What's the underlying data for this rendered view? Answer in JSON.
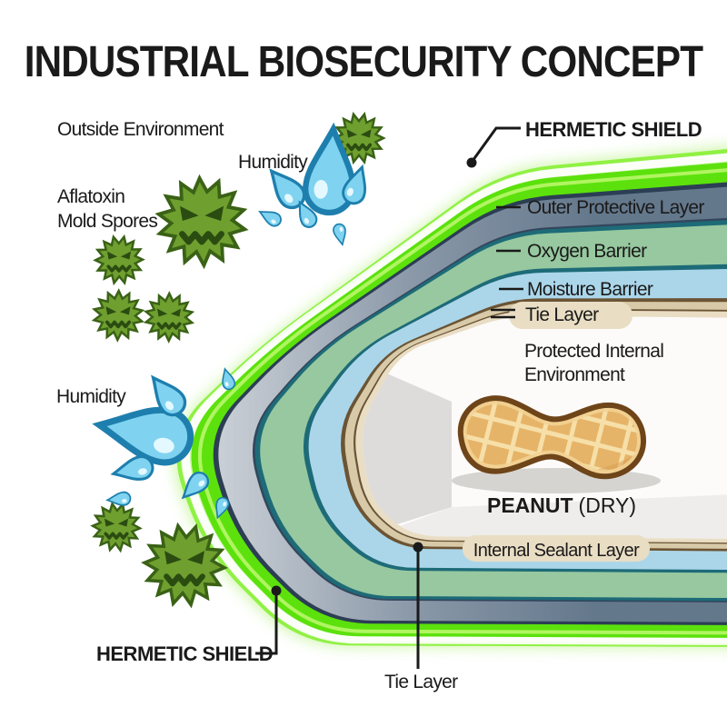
{
  "title": "INDUSTRIAL BIOSECURITY CONCEPT",
  "environment": {
    "outside_label": "Outside Environment",
    "humidity_top_label": "Humidity",
    "humidity_left_label": "Humidity",
    "aflatoxin_label_line1": "Aflatoxin",
    "aflatoxin_label_line2": "Mold Spores"
  },
  "shield": {
    "top_label": "HERMETIC SHIELD",
    "bottom_label": "HERMETIC SHIELD"
  },
  "layers": {
    "outer_protective": "Outer Protective Layer",
    "oxygen_barrier": "Oxygen Barrier",
    "moisture_barrier": "Moisture Barrier",
    "tie_layer_top": "Tie Layer",
    "tie_layer_bottom": "Tie Layer",
    "internal_sealant": "Internal Sealant Layer"
  },
  "interior": {
    "protected_line1": "Protected Internal",
    "protected_line2": "Environment",
    "peanut_name": "PEANUT",
    "peanut_state": "(DRY)"
  },
  "icons": {
    "mold_spore": "spiky-mold-spore-face",
    "droplet": "water-droplet",
    "peanut": "peanut-in-shell"
  },
  "colors": {
    "shield_green": "#5ce10d",
    "shield_stripe": "#8bf03c",
    "shield_stripe_light": "#b9f76a",
    "shield_glow": "#c8f5a0",
    "white": "#ffffff",
    "navy": "#2c3e54",
    "navy_line": "#33465c",
    "outer_slate": "#64788c",
    "outer_slate_mid": "#8a98a8",
    "outer_slate_light": "#cdd2d8",
    "teal": "#1e6b78",
    "oxygen_green": "#97c89f",
    "moisture_blue": "#abd6ea",
    "sealant_brown": "#6b5434",
    "tie_tan": "#d8caa8",
    "tie_tan_light": "#e9ddc4",
    "interior_white": "#fcfbfa",
    "wall_gray": "#dddcda",
    "floor_gray": "#eeedeb",
    "shadow_gray": "#d6d4d1",
    "peanut_fill": "#e6b468",
    "peanut_line": "#f6dfa8",
    "peanut_rim": "#f2d496",
    "peanut_shade": "#d69c4f",
    "peanut_outline": "#6e4419",
    "spore_green": "#6f9f2f",
    "spore_outline": "#3a6216",
    "spore_face": "#2b4c11",
    "droplet_blue": "#7fd3f0",
    "droplet_dark": "#1e7fae",
    "droplet_shine": "#eafaff",
    "text_dark": "#1a1a1a"
  }
}
